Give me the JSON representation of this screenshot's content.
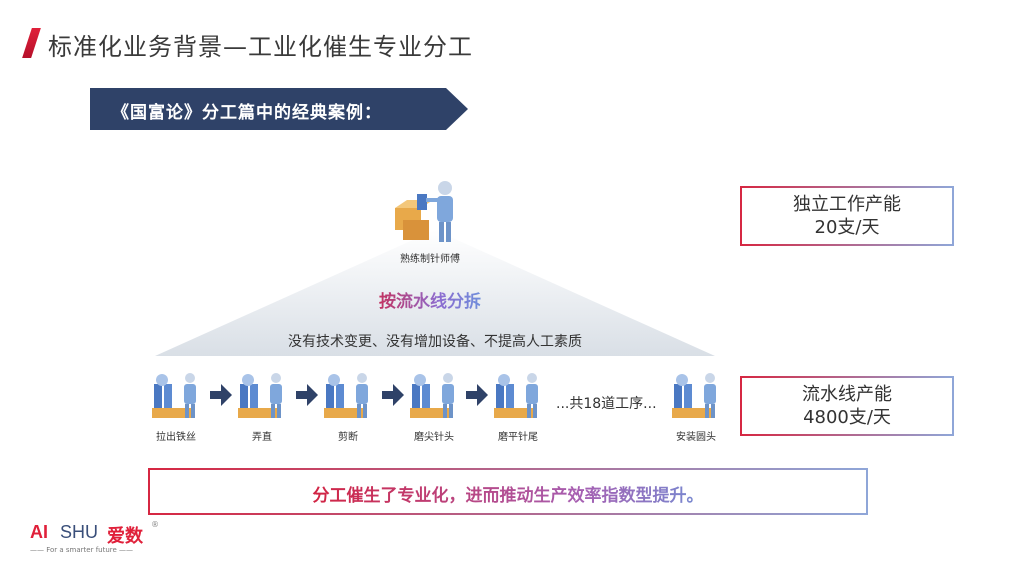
{
  "slide": {
    "title": "标准化业务背景—工业化催生专业分工",
    "banner": "《国富论》分工篇中的经典案例："
  },
  "diagram": {
    "master_label": "熟练制针师傅",
    "split_label": "按流水线分拆",
    "conditions": "没有技术变更、没有增加设备、不提高人工素质",
    "steps": [
      "拉出铁丝",
      "弄直",
      "剪断",
      "磨尖针头",
      "磨平针尾",
      "安装圆头"
    ],
    "more_steps": "...共18道工序...",
    "accent_color": "#e0203a",
    "banner_color": "#2f4268",
    "icons": [
      "worker-with-boxes-icon",
      "assembly-worker-icon",
      "right-arrow-icon"
    ]
  },
  "capacity": {
    "independent": {
      "line1": "独立工作产能",
      "line2": "20支/天"
    },
    "pipeline": {
      "line1": "流水线产能",
      "line2": "4800支/天"
    }
  },
  "summary": "分工催生了专业化，进而推动生产效率指数型提升。",
  "logo": {
    "ai": "AI",
    "shu": "SHU",
    "cn": "爱数",
    "reg": "®",
    "tagline": "—— For a smarter future ——"
  }
}
